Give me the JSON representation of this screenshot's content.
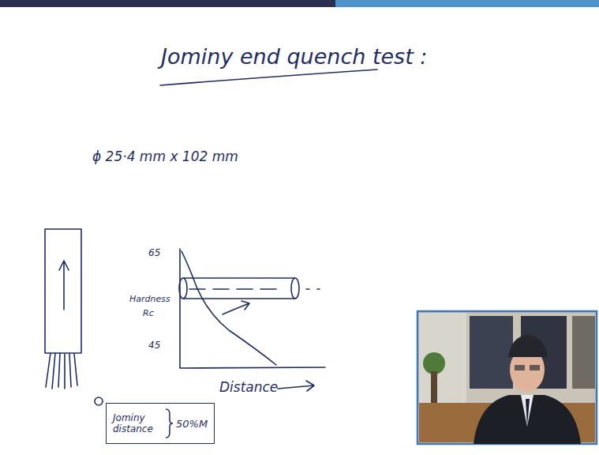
{
  "diagram": {
    "title": "Jominy end quench test :",
    "nodes": [
      {
        "text": [
          "Jominy distance",
          "50%M"
        ]
      }
    ],
    "labels": [
      "ϕ 25·4 mm x 102 mm",
      "65",
      "Hardness",
      "Rc",
      "45",
      "Distance"
    ]
  }
}
